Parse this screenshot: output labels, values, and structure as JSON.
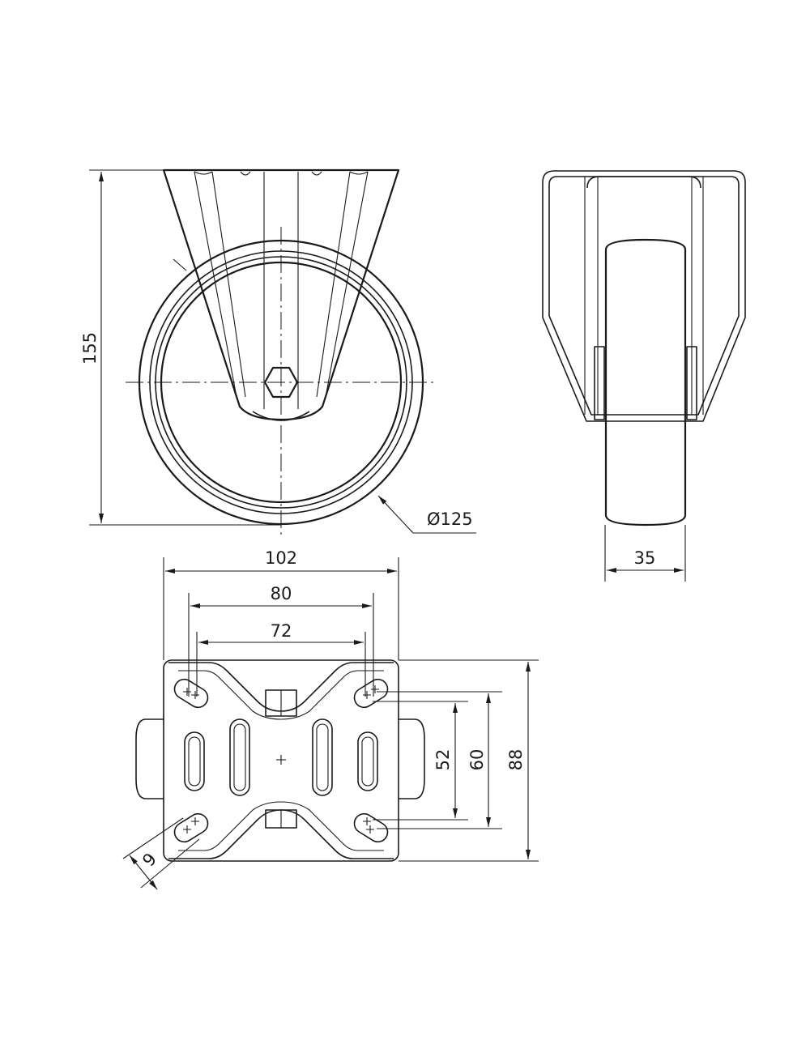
{
  "dimensions": {
    "total_height": "155",
    "wheel_diameter": "Ø125",
    "wheel_width": "35",
    "plate_width": "102",
    "bolt_spacing_outer_x": "80",
    "bolt_spacing_inner_x": "72",
    "bolt_spacing_inner_y": "52",
    "bolt_spacing_outer_y": "60",
    "plate_length": "88",
    "slot_width": "9"
  },
  "colors": {
    "line": "#1a1a1a",
    "background": "#ffffff"
  }
}
